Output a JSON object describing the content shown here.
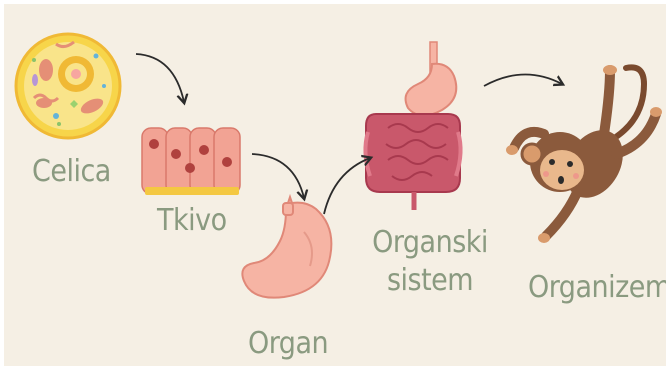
{
  "stages": {
    "cell": "Celica",
    "tissue": "Tkivo",
    "organ": "Organ",
    "system_line1": "Organski",
    "system_line2": "sistem",
    "organism": "Organizem"
  },
  "colors": {
    "background": "#f5efe4",
    "label": "#8a9a80",
    "arrow": "#2b2b2b"
  }
}
